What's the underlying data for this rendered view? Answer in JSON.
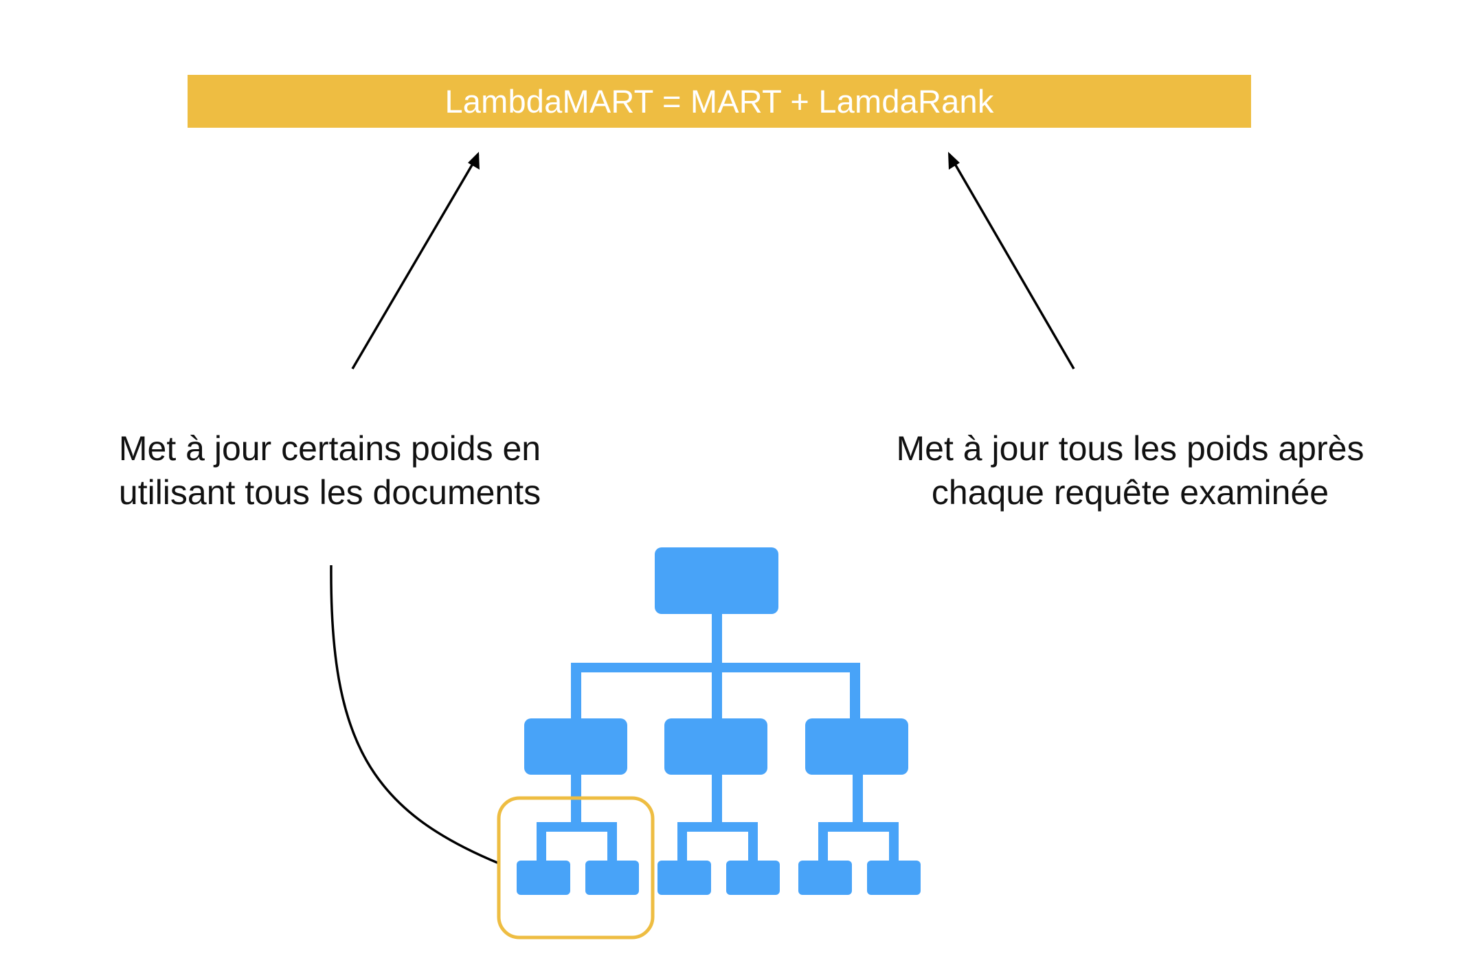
{
  "title": "LambdaMART = MART + LamdaRank",
  "left_caption": {
    "line1": "Met à jour certains poids en",
    "line2": "utilisant tous les documents"
  },
  "right_caption": {
    "line1": "Met à jour tous les poids après",
    "line2": "chaque requête examinée"
  },
  "colors": {
    "title_bar": "#EEBD42",
    "tree": "#48A3F8",
    "highlight": "#EEBD42",
    "arrow": "#000000"
  },
  "icons": [
    "tree-hierarchy-icon"
  ]
}
